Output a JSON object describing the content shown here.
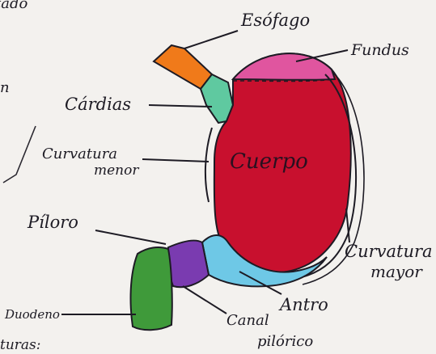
{
  "diagram": {
    "labels": {
      "esofago": "Esófago",
      "fundus": "Fundus",
      "cardias": "Cárdias",
      "curvatura_menor_1": "Curvatura",
      "curvatura_menor_2": "menor",
      "cuerpo": "Cuerpo",
      "piloro": "Píloro",
      "curvatura_mayor_1": "Curvatura",
      "curvatura_mayor_2": "mayor",
      "antro": "Antro",
      "canal_1": "Canal",
      "canal_2": "pilórico",
      "duodeno": "Duodeno"
    },
    "margin_text": {
      "top_left_fragment": "tado",
      "left_fragment": "n",
      "bottom_left_fragment": "turas:"
    },
    "colors": {
      "esofago": "#f07a1a",
      "cardias": "#5fc9a0",
      "fundus": "#e0559f",
      "cuerpo": "#c8102e",
      "antro": "#6ec8e6",
      "canal_pilorico": "#7a3bb0",
      "duodeno": "#3f9a3a",
      "ink": "#1d1b24",
      "paper": "#f3f1ee"
    }
  }
}
